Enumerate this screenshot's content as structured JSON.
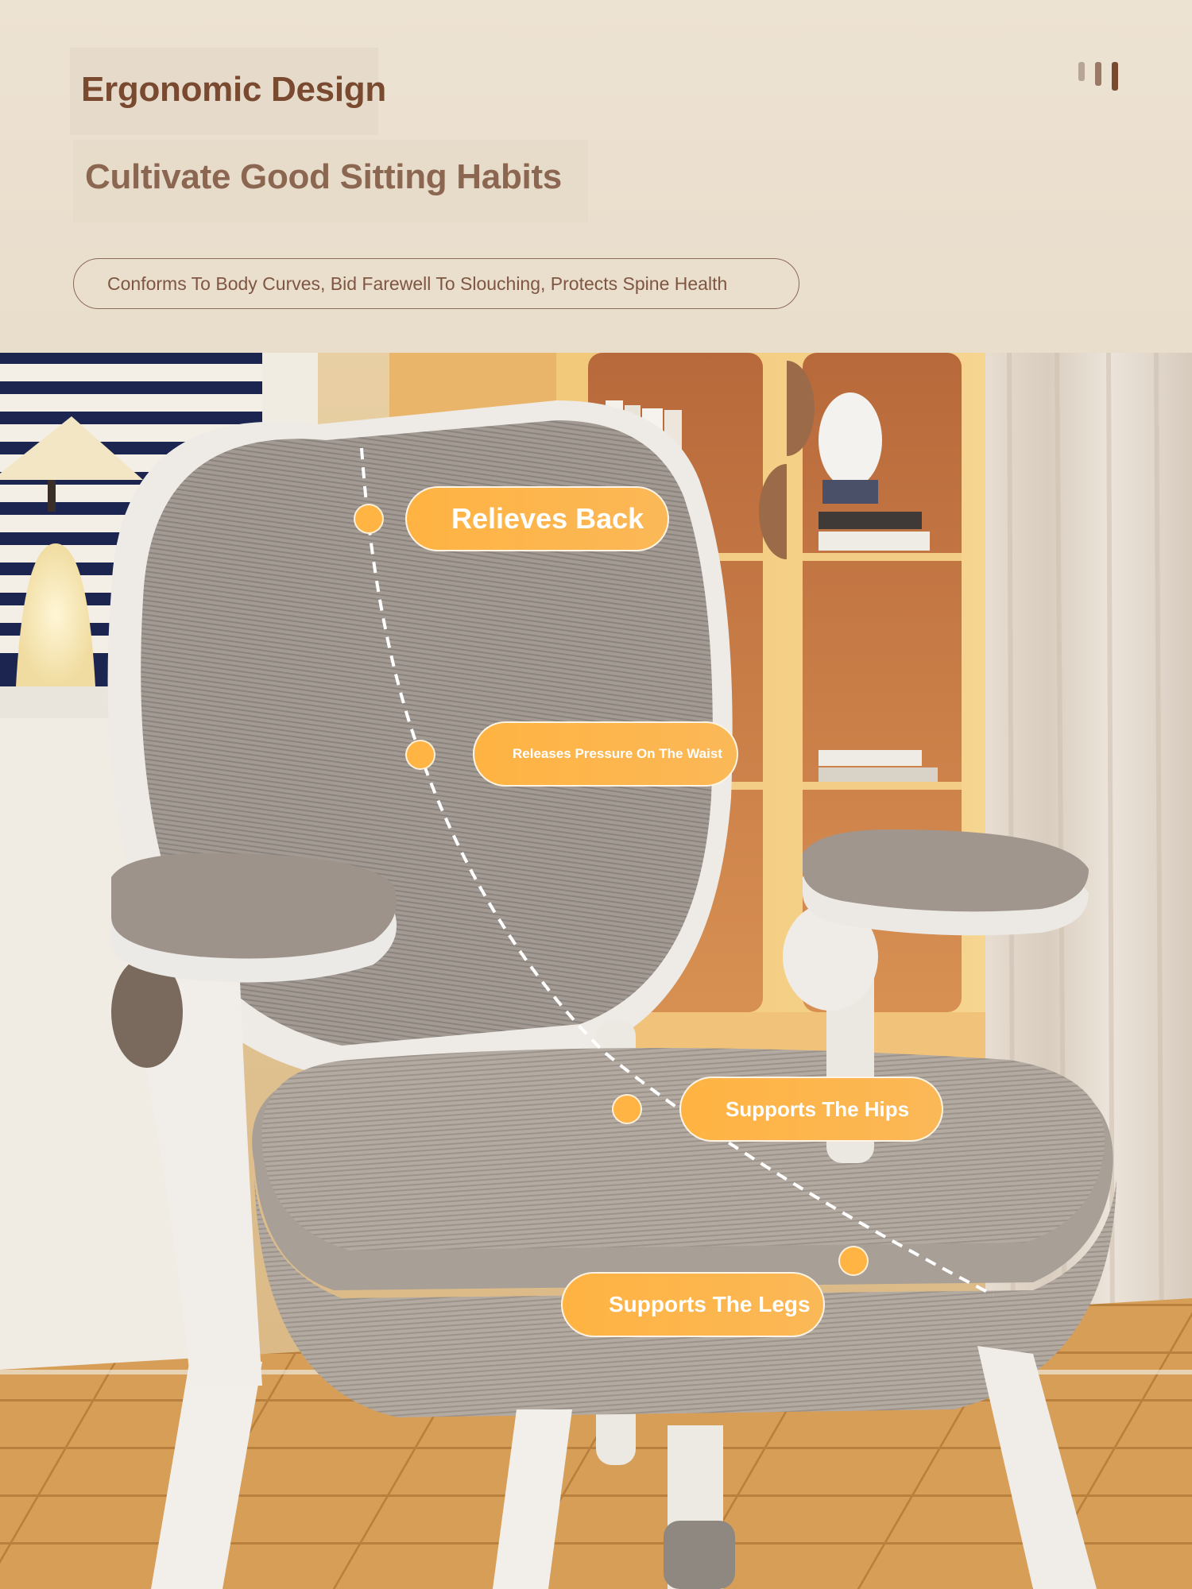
{
  "header": {
    "title": "Ergonomic Design",
    "subtitle": "Cultivate Good Sitting Habits",
    "tagline": "Conforms To Body Curves, Bid Farewell To Slouching, Protects Spine Health",
    "menu_icon": "bars-icon"
  },
  "callouts": [
    {
      "label": "Relieves Back"
    },
    {
      "label": "Releases Pressure On The Waist"
    },
    {
      "label": "Supports The Hips"
    },
    {
      "label": "Supports The Legs"
    }
  ],
  "colors": {
    "title": "#7a4a30",
    "subtitle": "#8b6650",
    "accent": "#ffb342",
    "background": "#ebe0cf"
  }
}
